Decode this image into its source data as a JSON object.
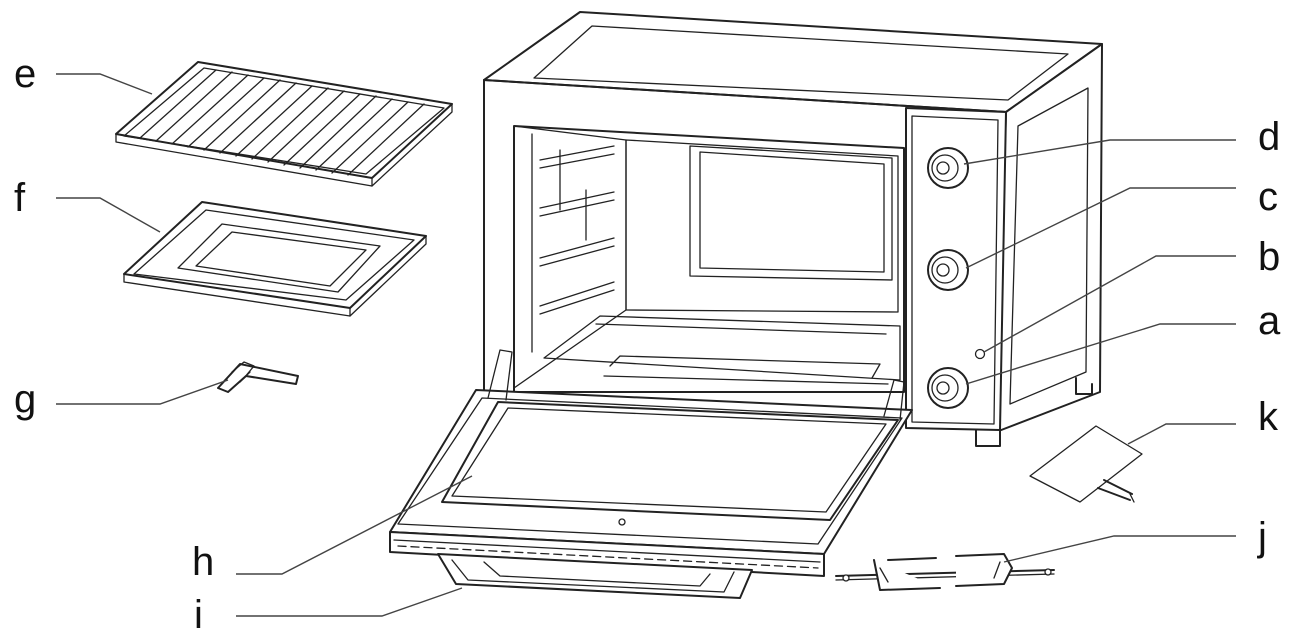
{
  "diagram": {
    "parts": [
      {
        "id": "a",
        "label": "a"
      },
      {
        "id": "b",
        "label": "b"
      },
      {
        "id": "c",
        "label": "c"
      },
      {
        "id": "d",
        "label": "d"
      },
      {
        "id": "e",
        "label": "e"
      },
      {
        "id": "f",
        "label": "f"
      },
      {
        "id": "g",
        "label": "g"
      },
      {
        "id": "h",
        "label": "h"
      },
      {
        "id": "i",
        "label": "i"
      },
      {
        "id": "j",
        "label": "j"
      },
      {
        "id": "k",
        "label": "k"
      }
    ]
  },
  "colors": {
    "line": "#222222",
    "background": "#ffffff"
  }
}
